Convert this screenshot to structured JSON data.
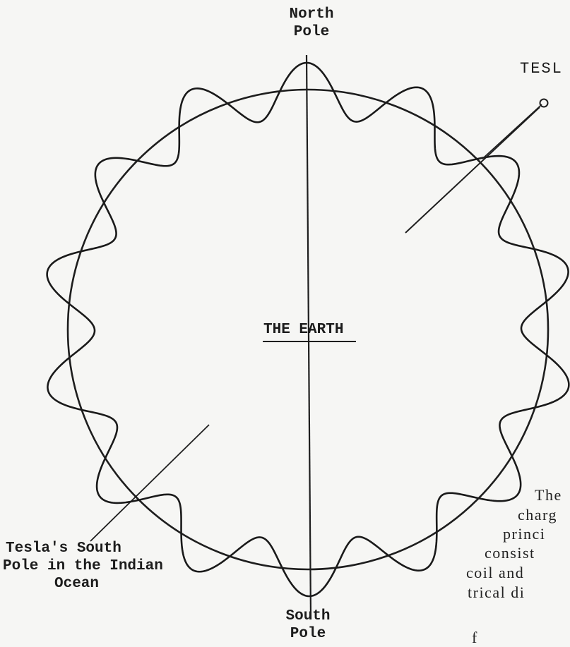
{
  "labels": {
    "north_pole": [
      "North",
      "Pole"
    ],
    "south_pole": [
      "South",
      "Pole"
    ],
    "earth": "THE EARTH",
    "tesla_top": "TESL",
    "tesla_south": [
      "Tesla's South",
      "Pole in the Indian",
      "Ocean"
    ]
  },
  "side_text": [
    "The",
    "charg",
    "princi",
    "consist",
    "coil and",
    "trical di",
    "f"
  ]
}
